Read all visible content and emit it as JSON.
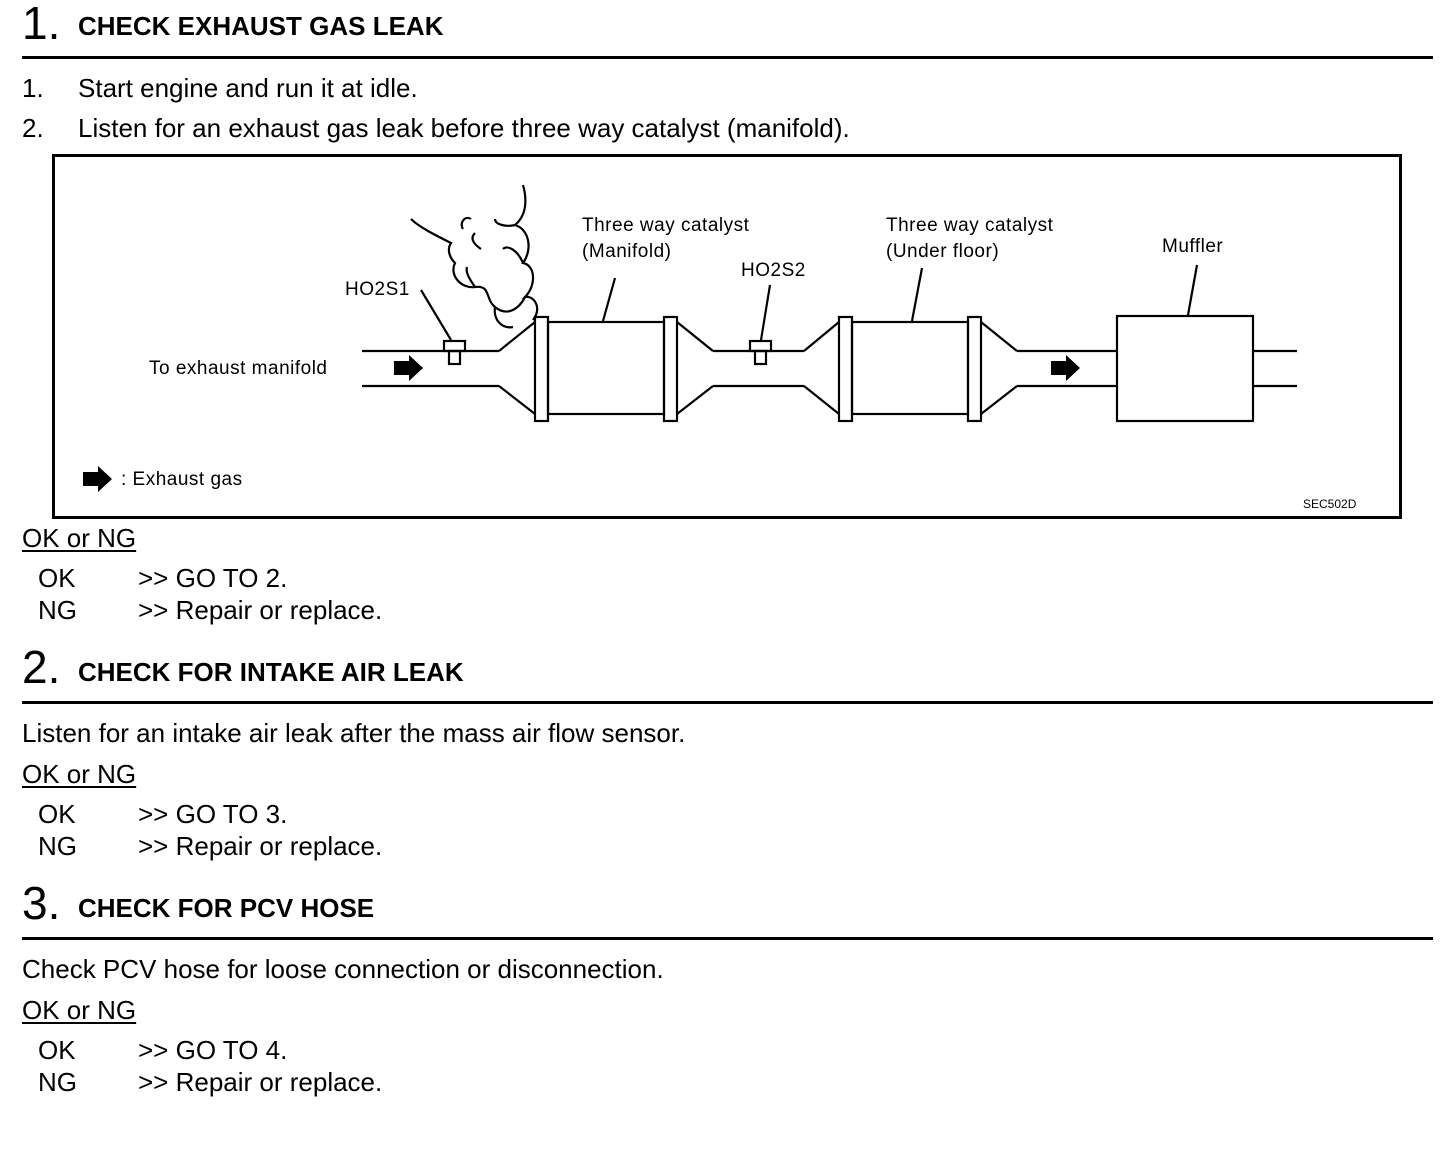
{
  "steps": [
    {
      "number": "1.",
      "title": "CHECK EXHAUST GAS LEAK",
      "instructions": [
        {
          "num": "1.",
          "text": "Start engine and run it at idle."
        },
        {
          "num": "2.",
          "text": "Listen for an exhaust gas leak before three way catalyst (manifold)."
        }
      ],
      "ok_ng_heading": "OK or NG",
      "results": [
        {
          "label": "OK",
          "text": ">> GO TO 2."
        },
        {
          "label": "NG",
          "text": ">> Repair or replace."
        }
      ]
    },
    {
      "number": "2.",
      "title": "CHECK FOR INTAKE AIR LEAK",
      "text": "Listen for an intake air leak after the mass air flow sensor.",
      "ok_ng_heading": "OK or NG",
      "results": [
        {
          "label": "OK",
          "text": ">> GO TO 3."
        },
        {
          "label": "NG",
          "text": ">> Repair or replace."
        }
      ]
    },
    {
      "number": "3.",
      "title": "CHECK FOR PCV HOSE",
      "text": "Check PCV hose for loose connection or disconnection.",
      "ok_ng_heading": "OK or NG",
      "results": [
        {
          "label": "OK",
          "text": ">> GO TO 4."
        },
        {
          "label": "NG",
          "text": ">> Repair or replace."
        }
      ]
    }
  ],
  "diagram": {
    "label_to_manifold": "To exhaust manifold",
    "label_ho2s1": "HO2S1",
    "label_ho2s2": "HO2S2",
    "label_twc_manifold_1": "Three way catalyst",
    "label_twc_manifold_2": "(Manifold)",
    "label_twc_under_1": "Three way catalyst",
    "label_twc_under_2": "(Under floor)",
    "label_muffler": "Muffler",
    "legend_text": ": Exhaust gas",
    "figure_code": "SEC502D"
  }
}
